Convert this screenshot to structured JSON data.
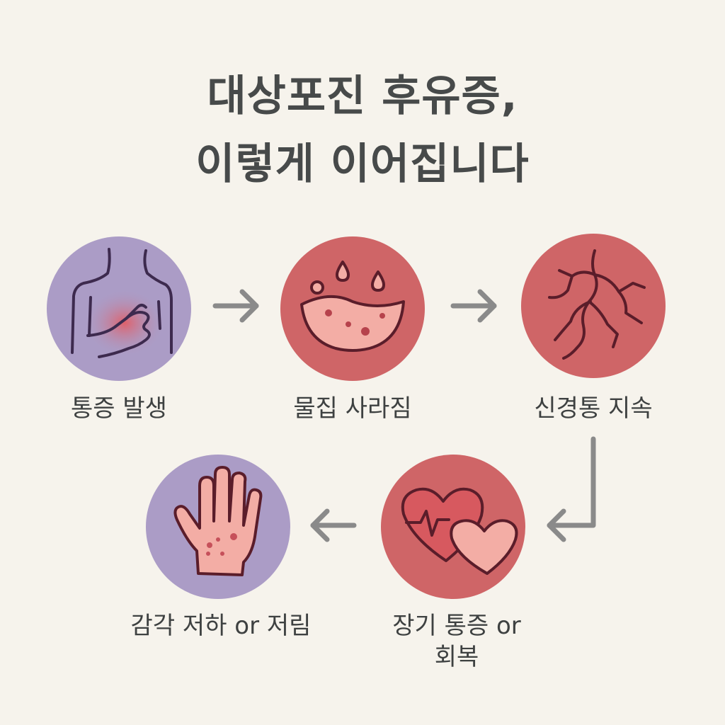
{
  "title": {
    "line1": "대상포진 후유증,",
    "line2": "이렇게 이어집니다"
  },
  "steps": [
    {
      "label": "통증 발생",
      "icon": "chest-pain-icon",
      "color": "#ab9cc6"
    },
    {
      "label": "물집 사라짐",
      "icon": "blister-icon",
      "color": "#cf6567"
    },
    {
      "label": "신경통 지속",
      "icon": "cracked-nerve-icon",
      "color": "#cf6567"
    },
    {
      "label_line1": "장기 통증 or",
      "label_line2": "회복",
      "icon": "hearts-icon",
      "color": "#cf6567"
    },
    {
      "label": "감각 저하 or 저림",
      "icon": "hand-icon",
      "color": "#ab9cc6"
    }
  ],
  "colors": {
    "background": "#f6f3ec",
    "arrow": "#8a8a8a",
    "line": "#5a1d2a",
    "skin": "#f3ada5"
  }
}
